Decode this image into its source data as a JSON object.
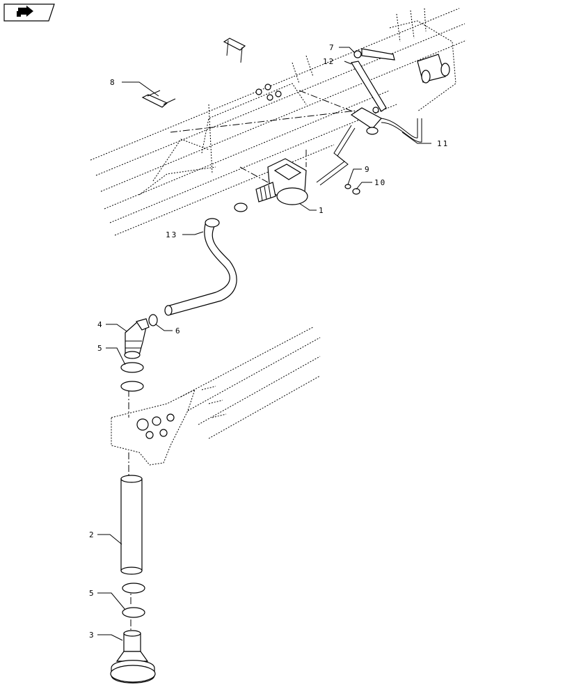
{
  "nav_button": {
    "icon": "return-arrow-icon"
  },
  "callouts": {
    "c1": "1",
    "c2": "2",
    "c3": "3",
    "c4": "4",
    "c5a": "5",
    "c5b": "5",
    "c6": "6",
    "c7": "7",
    "c8": "8",
    "c9": "9",
    "c10": "10",
    "c11": "11",
    "c12": "12",
    "c13": "13"
  }
}
